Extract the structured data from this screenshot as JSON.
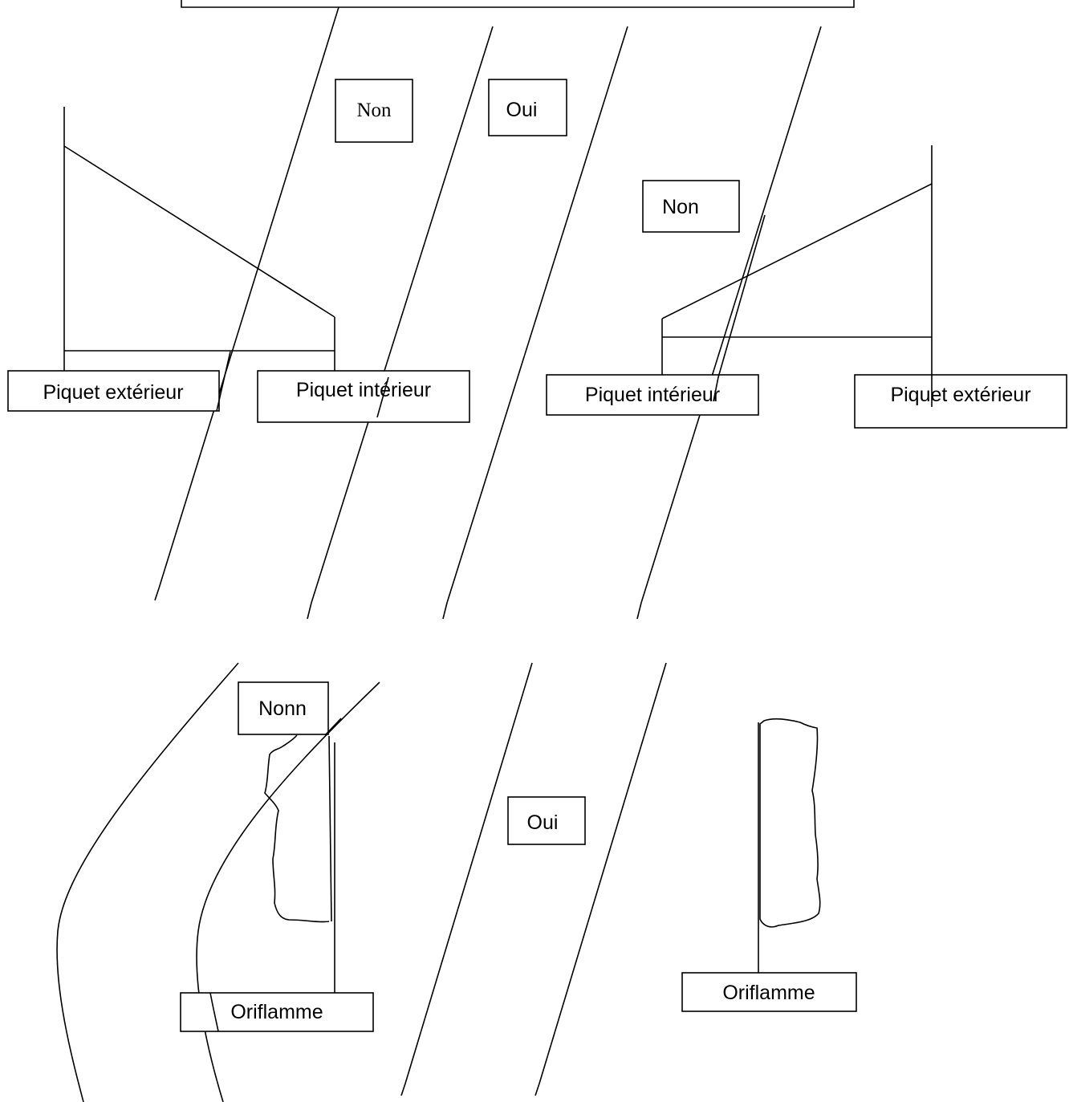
{
  "labels": {
    "non_top_left": "Non",
    "oui_top": "Oui",
    "non_top_right": "Non",
    "piquet_exterieur_left": "Piquet  extérieur",
    "piquet_interieur_left": "Piquet  intérieur",
    "piquet_interieur_right": "Piquet  intérieur",
    "piquet_exterieur_right": "Piquet  extérieur",
    "nonn_bottom": "Nonn",
    "oui_bottom": "Oui",
    "oriflamme_left": "Oriflamme",
    "oriflamme_right": "Oriflamme"
  },
  "colors": {
    "stroke": "#000000",
    "background": "#ffffff"
  }
}
